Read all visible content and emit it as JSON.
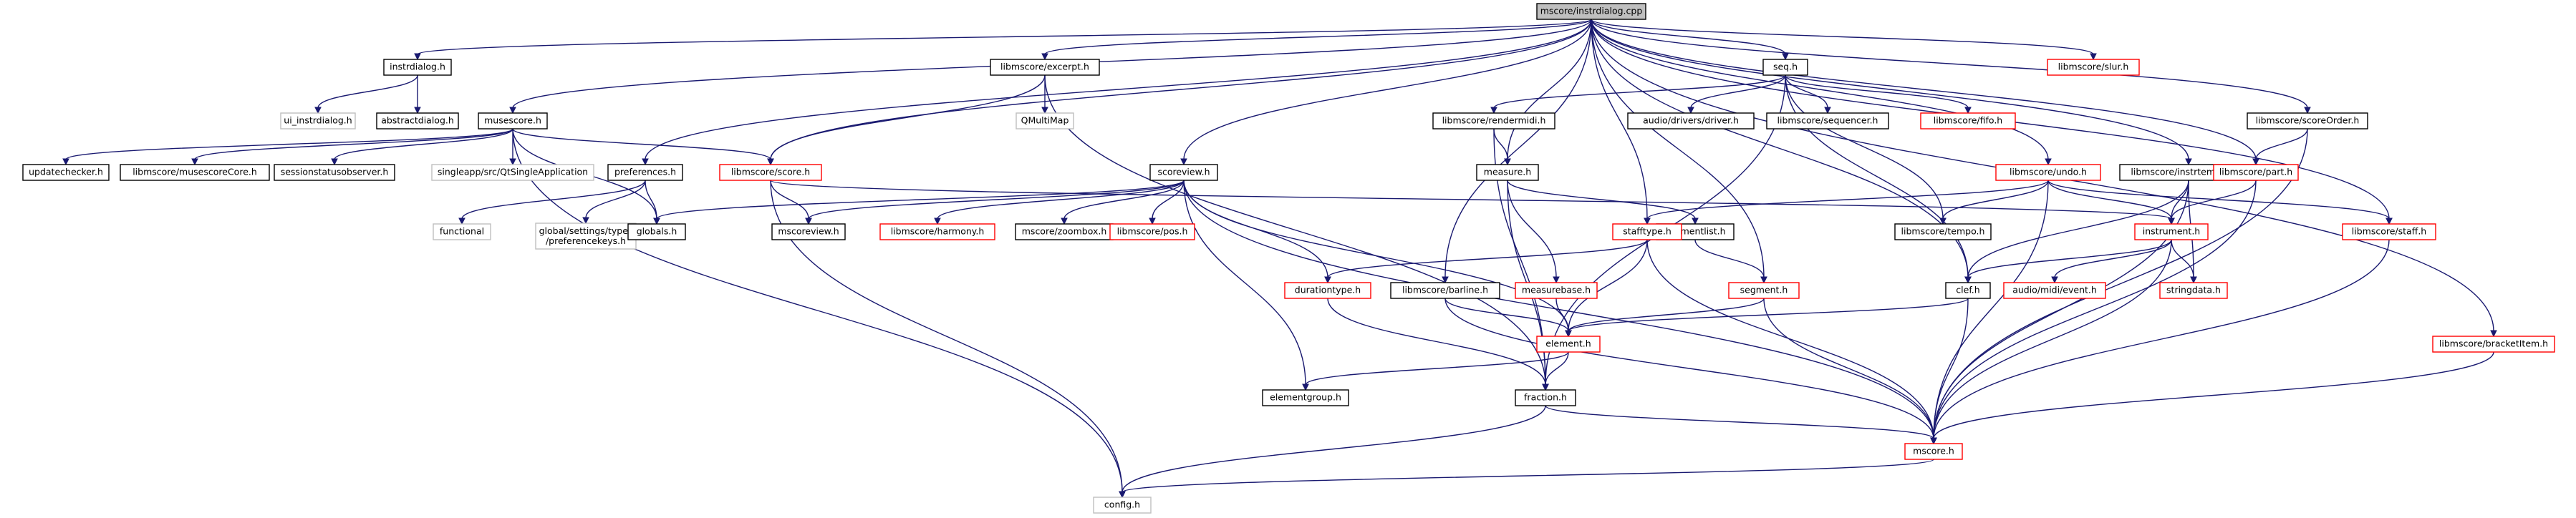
{
  "colors": {
    "edge": "#191970",
    "root_fill": "#bfbfbf",
    "default_border": "#000000",
    "red_border": "#ff0000",
    "gray_border": "#bfbfbf",
    "gray_text": "#7f7f7f"
  },
  "nodes": [
    {
      "id": "instrdialog_cpp",
      "label": "mscore/instrdialog.cpp",
      "style": "root"
    },
    {
      "id": "instrdialog_h",
      "label": "instrdialog.h",
      "style": "black"
    },
    {
      "id": "ui_instrdialog",
      "label": "ui_instrdialog.h",
      "style": "gray"
    },
    {
      "id": "abstractdialog",
      "label": "abstractdialog.h",
      "style": "black"
    },
    {
      "id": "musescore_h",
      "label": "musescore.h",
      "style": "black"
    },
    {
      "id": "updatechecker",
      "label": "updatechecker.h",
      "style": "black"
    },
    {
      "id": "musescoreCore",
      "label": "libmscore/musescoreCore.h",
      "style": "black"
    },
    {
      "id": "sessionstatus",
      "label": "sessionstatusobserver.h",
      "style": "black"
    },
    {
      "id": "qtsingleapp",
      "label": "singleapp/src/QtSingleApplication",
      "style": "gray"
    },
    {
      "id": "preferences",
      "label": "preferences.h",
      "style": "black"
    },
    {
      "id": "functional",
      "label": "functional",
      "style": "gray"
    },
    {
      "id": "prefkeys",
      "label": "global/settings/types\n/preferencekeys.h",
      "style": "gray"
    },
    {
      "id": "globals",
      "label": "globals.h",
      "style": "black"
    },
    {
      "id": "excerpt",
      "label": "libmscore/excerpt.h",
      "style": "black"
    },
    {
      "id": "qmultimap",
      "label": "QMultiMap",
      "style": "gray"
    },
    {
      "id": "score",
      "label": "libmscore/score.h",
      "style": "red"
    },
    {
      "id": "scoreview",
      "label": "scoreview.h",
      "style": "black"
    },
    {
      "id": "mscoreview",
      "label": "mscoreview.h",
      "style": "black"
    },
    {
      "id": "harmony",
      "label": "libmscore/harmony.h",
      "style": "red"
    },
    {
      "id": "zoombox",
      "label": "mscore/zoombox.h",
      "style": "black"
    },
    {
      "id": "pos",
      "label": "libmscore/pos.h",
      "style": "red"
    },
    {
      "id": "durationtype",
      "label": "durationtype.h",
      "style": "red"
    },
    {
      "id": "barline",
      "label": "libmscore/barline.h",
      "style": "black"
    },
    {
      "id": "elementgroup",
      "label": "elementgroup.h",
      "style": "black"
    },
    {
      "id": "seq",
      "label": "seq.h",
      "style": "black"
    },
    {
      "id": "rendermidi",
      "label": "libmscore/rendermidi.h",
      "style": "black"
    },
    {
      "id": "driver",
      "label": "audio/drivers/driver.h",
      "style": "black"
    },
    {
      "id": "sequencer",
      "label": "libmscore/sequencer.h",
      "style": "black"
    },
    {
      "id": "fifo",
      "label": "libmscore/fifo.h",
      "style": "red"
    },
    {
      "id": "measure",
      "label": "measure.h",
      "style": "black"
    },
    {
      "id": "measurebase",
      "label": "measurebase.h",
      "style": "red"
    },
    {
      "id": "segmentlist",
      "label": "segmentlist.h",
      "style": "black"
    },
    {
      "id": "segment",
      "label": "segment.h",
      "style": "red"
    },
    {
      "id": "stafftype",
      "label": "stafftype.h",
      "style": "red"
    },
    {
      "id": "element",
      "label": "element.h",
      "style": "red"
    },
    {
      "id": "fraction",
      "label": "fraction.h",
      "style": "black"
    },
    {
      "id": "undo",
      "label": "libmscore/undo.h",
      "style": "red"
    },
    {
      "id": "tempo",
      "label": "libmscore/tempo.h",
      "style": "black"
    },
    {
      "id": "slur",
      "label": "libmscore/slur.h",
      "style": "red"
    },
    {
      "id": "instrtemplate",
      "label": "libmscore/instrtemplate.h",
      "style": "black"
    },
    {
      "id": "instrument",
      "label": "instrument.h",
      "style": "red"
    },
    {
      "id": "clef",
      "label": "clef.h",
      "style": "black"
    },
    {
      "id": "midievent",
      "label": "audio/midi/event.h",
      "style": "red"
    },
    {
      "id": "stringdata",
      "label": "stringdata.h",
      "style": "red"
    },
    {
      "id": "scoreOrder",
      "label": "libmscore/scoreOrder.h",
      "style": "black"
    },
    {
      "id": "part",
      "label": "libmscore/part.h",
      "style": "red"
    },
    {
      "id": "staff",
      "label": "libmscore/staff.h",
      "style": "red"
    },
    {
      "id": "bracketitem",
      "label": "libmscore/bracketItem.h",
      "style": "red"
    },
    {
      "id": "mscore_h",
      "label": "mscore.h",
      "style": "red"
    },
    {
      "id": "config",
      "label": "config.h",
      "style": "gray"
    }
  ],
  "edges": [
    [
      "instrdialog_cpp",
      "instrdialog_h"
    ],
    [
      "instrdialog_cpp",
      "musescore_h"
    ],
    [
      "instrdialog_cpp",
      "preferences"
    ],
    [
      "instrdialog_cpp",
      "excerpt"
    ],
    [
      "instrdialog_cpp",
      "score"
    ],
    [
      "instrdialog_cpp",
      "scoreview"
    ],
    [
      "instrdialog_cpp",
      "barline"
    ],
    [
      "instrdialog_cpp",
      "measure"
    ],
    [
      "instrdialog_cpp",
      "stafftype"
    ],
    [
      "instrdialog_cpp",
      "seq"
    ],
    [
      "instrdialog_cpp",
      "clef"
    ],
    [
      "instrdialog_cpp",
      "undo"
    ],
    [
      "instrdialog_cpp",
      "segment"
    ],
    [
      "instrdialog_cpp",
      "slur"
    ],
    [
      "instrdialog_cpp",
      "instrtemplate"
    ],
    [
      "instrdialog_cpp",
      "scoreOrder"
    ],
    [
      "instrdialog_cpp",
      "part"
    ],
    [
      "instrdialog_cpp",
      "staff"
    ],
    [
      "instrdialog_cpp",
      "bracketitem"
    ],
    [
      "instrdialog_h",
      "ui_instrdialog"
    ],
    [
      "instrdialog_h",
      "abstractdialog"
    ],
    [
      "musescore_h",
      "updatechecker"
    ],
    [
      "musescore_h",
      "musescoreCore"
    ],
    [
      "musescore_h",
      "sessionstatus"
    ],
    [
      "musescore_h",
      "qtsingleapp"
    ],
    [
      "musescore_h",
      "globals"
    ],
    [
      "musescore_h",
      "score"
    ],
    [
      "musescore_h",
      "config"
    ],
    [
      "preferences",
      "functional"
    ],
    [
      "preferences",
      "prefkeys"
    ],
    [
      "preferences",
      "globals"
    ],
    [
      "excerpt",
      "qmultimap"
    ],
    [
      "excerpt",
      "score"
    ],
    [
      "excerpt",
      "fraction"
    ],
    [
      "score",
      "mscoreview"
    ],
    [
      "score",
      "instrument"
    ],
    [
      "score",
      "config"
    ],
    [
      "scoreview",
      "globals"
    ],
    [
      "scoreview",
      "mscoreview"
    ],
    [
      "scoreview",
      "harmony"
    ],
    [
      "scoreview",
      "zoombox"
    ],
    [
      "scoreview",
      "pos"
    ],
    [
      "scoreview",
      "durationtype"
    ],
    [
      "scoreview",
      "element"
    ],
    [
      "scoreview",
      "elementgroup"
    ],
    [
      "scoreview",
      "mscore_h"
    ],
    [
      "barline",
      "element"
    ],
    [
      "barline",
      "mscore_h"
    ],
    [
      "durationtype",
      "fraction"
    ],
    [
      "seq",
      "rendermidi"
    ],
    [
      "seq",
      "driver"
    ],
    [
      "seq",
      "sequencer"
    ],
    [
      "seq",
      "fifo"
    ],
    [
      "seq",
      "tempo"
    ],
    [
      "seq",
      "fraction"
    ],
    [
      "seq",
      "clef"
    ],
    [
      "rendermidi",
      "measure"
    ],
    [
      "rendermidi",
      "fraction"
    ],
    [
      "measure",
      "measurebase"
    ],
    [
      "measure",
      "segmentlist"
    ],
    [
      "measure",
      "fraction"
    ],
    [
      "segmentlist",
      "segment"
    ],
    [
      "measurebase",
      "element"
    ],
    [
      "segment",
      "element"
    ],
    [
      "segment",
      "mscore_h"
    ],
    [
      "stafftype",
      "durationtype"
    ],
    [
      "stafftype",
      "element"
    ],
    [
      "stafftype",
      "mscore_h"
    ],
    [
      "element",
      "elementgroup"
    ],
    [
      "element",
      "fraction"
    ],
    [
      "fraction",
      "config"
    ],
    [
      "fraction",
      "mscore_h"
    ],
    [
      "undo",
      "stafftype"
    ],
    [
      "undo",
      "tempo"
    ],
    [
      "undo",
      "instrument"
    ],
    [
      "undo",
      "staff"
    ],
    [
      "undo",
      "mscore_h"
    ],
    [
      "instrtemplate",
      "instrument"
    ],
    [
      "instrtemplate",
      "clef"
    ],
    [
      "instrtemplate",
      "stringdata"
    ],
    [
      "instrtemplate",
      "mscore_h"
    ],
    [
      "instrument",
      "clef"
    ],
    [
      "instrument",
      "midievent"
    ],
    [
      "instrument",
      "stringdata"
    ],
    [
      "instrument",
      "mscore_h"
    ],
    [
      "clef",
      "element"
    ],
    [
      "clef",
      "mscore_h"
    ],
    [
      "scoreOrder",
      "part"
    ],
    [
      "scoreOrder",
      "mscore_h"
    ],
    [
      "part",
      "instrument"
    ],
    [
      "part",
      "mscore_h"
    ],
    [
      "staff",
      "mscore_h"
    ],
    [
      "bracketitem",
      "mscore_h"
    ],
    [
      "mscore_h",
      "config"
    ]
  ]
}
